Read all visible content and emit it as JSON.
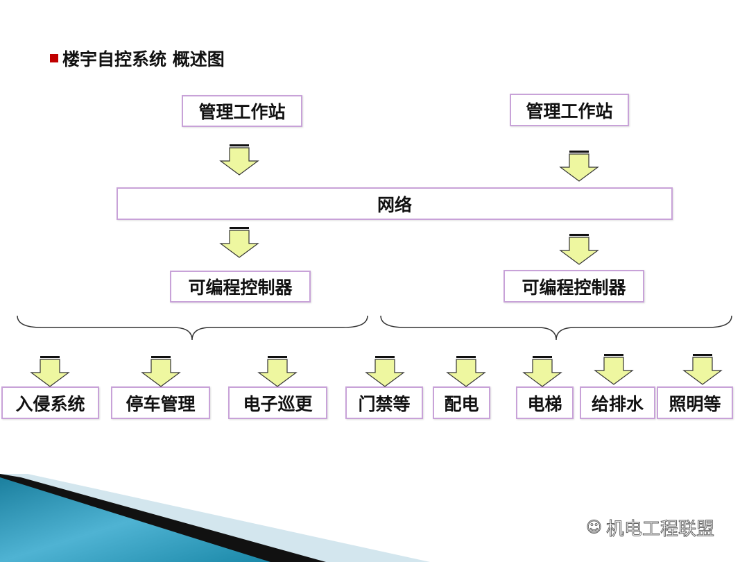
{
  "title": "楼宇自控系统 概述图",
  "workstations": [
    "管理工作站",
    "管理工作站"
  ],
  "network": "网络",
  "controllers": [
    "可编程控制器",
    "可编程控制器"
  ],
  "subsystems": [
    "入侵系统",
    "停车管理",
    "电子巡更",
    "门禁等",
    "配电",
    "电梯",
    "给排水",
    "照明等"
  ],
  "watermark": "机电工程联盟",
  "colors": {
    "box_border": "#c8a2d8",
    "arrow_fill": "#eef7a0",
    "bullet": "#c00000",
    "deco_blue": "#2a8fb0"
  }
}
